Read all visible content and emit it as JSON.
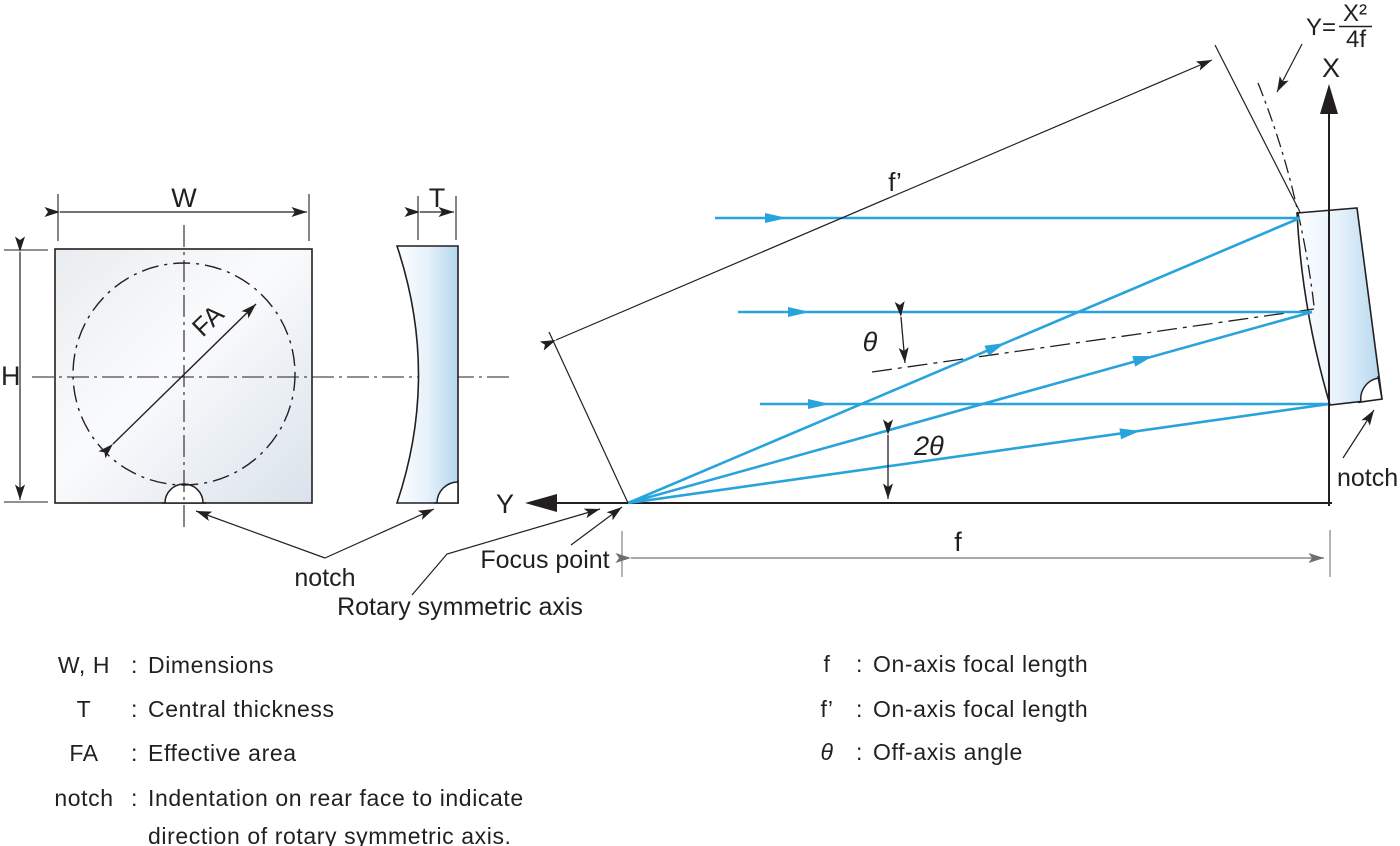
{
  "colors": {
    "ink": "#231f20",
    "ray": "#29a3dc",
    "dim_gray": "#8b8b8b",
    "glass_blue": "#b4d7ef"
  },
  "front_view": {
    "width_label": "W",
    "height_label": "H",
    "effective_area_label": "FA",
    "notch_label": "notch"
  },
  "side_view": {
    "thickness_label": "T"
  },
  "optical": {
    "y_axis_label": "Y",
    "x_axis_label": "X",
    "focal_label": "f",
    "off_focal_label": "f’",
    "theta_label": "θ",
    "two_theta_label": "2θ",
    "focus_label": "Focus point",
    "rotary_axis_label": "Rotary symmetric axis",
    "notch_label": "notch",
    "formula_lhs": "Y=",
    "formula_numerator": "X²",
    "formula_denominator": "4f"
  },
  "legend": {
    "separator": ":",
    "left": [
      {
        "term": "W, H",
        "desc": "Dimensions"
      },
      {
        "term": "T",
        "desc": "Central thickness"
      },
      {
        "term": "FA",
        "desc": "Effective area"
      },
      {
        "term": "notch",
        "desc": "Indentation on rear face to indicate",
        "desc2": "direction of rotary symmetric axis."
      }
    ],
    "right": [
      {
        "term": "f",
        "desc": "On-axis focal length"
      },
      {
        "term": "f’",
        "desc": "On-axis focal length"
      },
      {
        "term": "θ",
        "desc": "Off-axis angle"
      }
    ]
  }
}
